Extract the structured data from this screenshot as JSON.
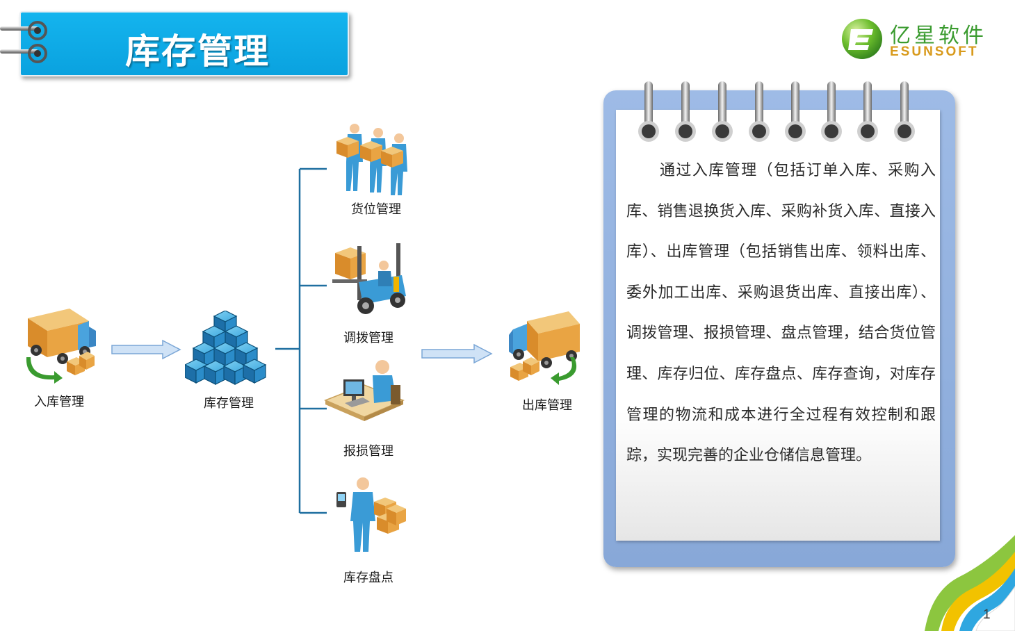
{
  "header": {
    "title": "库存管理"
  },
  "logo": {
    "name_cn": "亿星软件",
    "name_en": "ESUNSOFT"
  },
  "diagram": {
    "nodes": {
      "inbound": "入库管理",
      "inventory": "库存管理",
      "location": "货位管理",
      "transfer": "调拨管理",
      "loss_report": "报损管理",
      "stocktake": "库存盘点",
      "outbound": "出库管理"
    }
  },
  "notepad": {
    "text": "通过入库管理（包括订单入库、采购入库、销售退换货入库、采购补货入库、直接入库）、出库管理（包括销售出库、领料出库、委外加工出库、采购退货出库、直接出库）、调拨管理、报损管理、盘点管理，结合货位管理、库存归位、库存盘点、库存查询，对库存管理的物流和成本进行全过程有效控制和跟踪，实现完善的企业仓储信息管理。"
  },
  "footer": {
    "page_number": "1"
  },
  "colors": {
    "banner": "#0aa2df",
    "connector": "#1f6fa0",
    "arrow_fill": "#cfe2f6",
    "arrow_stroke": "#7aa6d6",
    "notepad_frame": "#9ebbe6",
    "logo_green": "#3a9b2f",
    "logo_orange": "#d89a1c"
  },
  "icons": [
    "spiral-ring-icon",
    "truck-icon",
    "boxes-stack-icon",
    "workers-carrying-boxes-icon",
    "forklift-icon",
    "computer-desk-worker-icon",
    "scanner-worker-icon",
    "logo-e-icon"
  ]
}
